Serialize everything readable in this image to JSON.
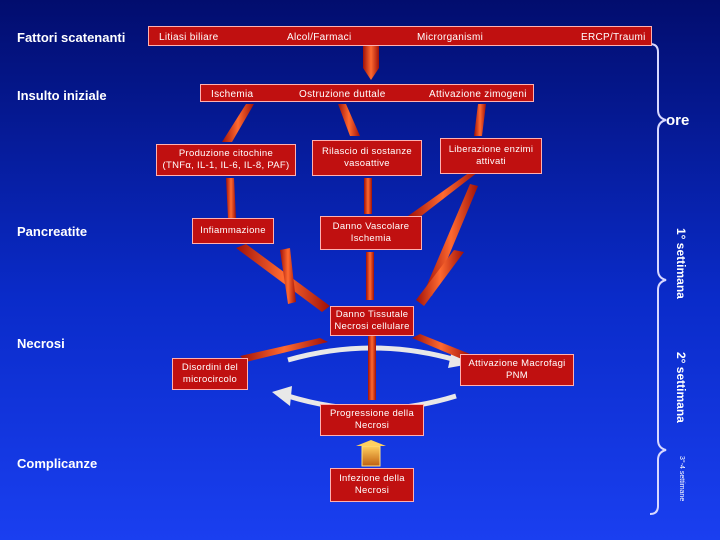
{
  "rows": {
    "fattori": "Fattori scatenanti",
    "insulto": "Insulto iniziale",
    "pancreatite": "Pancreatite",
    "necrosi": "Necrosi",
    "complicanze": "Complicanze"
  },
  "causes": {
    "c1": "Litiasi biliare",
    "c2": "Alcol/Farmaci",
    "c3": "Microrganismi",
    "c4": "ERCP/Traumi"
  },
  "initial": {
    "i1": "Ischemia",
    "i2": "Ostruzione duttale",
    "i3": "Attivazione zimogeni"
  },
  "mediators": {
    "m1_line1": "Produzione citochine",
    "m1_line2": "(TNFα, IL-1, IL-6, IL-8, PAF)",
    "m2_line1": "Rilascio di sostanze",
    "m2_line2": "vasoattive",
    "m3_line1": "Liberazione enzimi",
    "m3_line2": "attivati"
  },
  "pancreatite": {
    "p1": "Infiammazione",
    "p2_line1": "Danno Vascolare",
    "p2_line2": "Ischemia"
  },
  "necrosi": {
    "n1_line1": "Danno Tissutale",
    "n1_line2": "Necrosi cellulare",
    "n2_line1": "Disordini del",
    "n2_line2": "microcircolo",
    "n3_line1": "Attivazione Macrofagi",
    "n3_line2": "PNM",
    "n4_line1": "Progressione della",
    "n4_line2": "Necrosi"
  },
  "complicanze": {
    "c1_line1": "Infezione della",
    "c1_line2": "Necrosi"
  },
  "timeline": {
    "ore": "ore",
    "week1": "1° settimana",
    "week2": "2° settimana",
    "week34": "3°-4 settimane"
  },
  "colors": {
    "background_top": "#020d6e",
    "background_bottom": "#1a3ff0",
    "box_fill": "#c01010",
    "arrow_fill": "#d42a10",
    "arrow_highlight": "#ff7a30",
    "loop_arrow": "#e0e0e0",
    "complicanze_arrow": "#f0a020"
  }
}
